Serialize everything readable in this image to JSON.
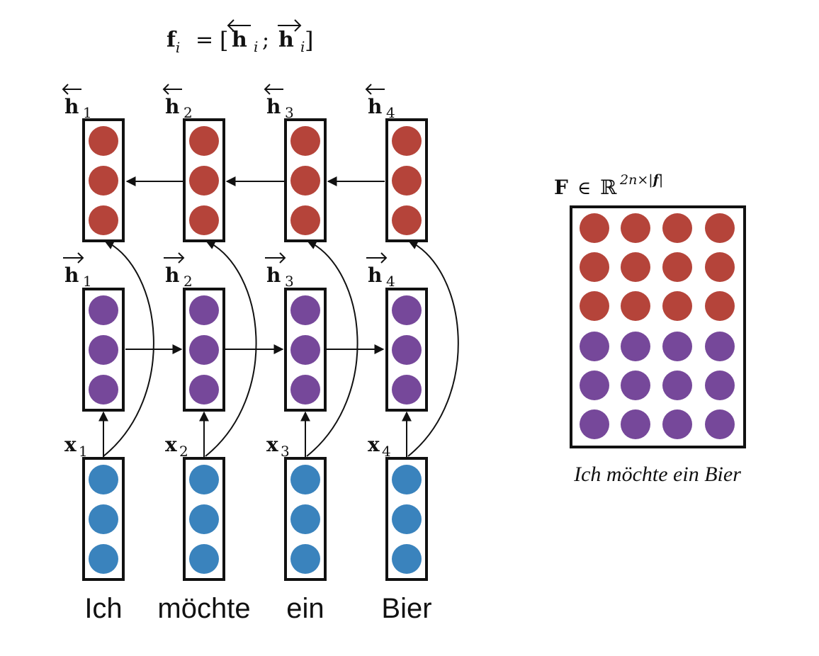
{
  "formula": {
    "lhs": "f",
    "lhs_sub": "i",
    "equals": "=",
    "open": "[",
    "back": "h",
    "back_sub": "i",
    "sep": ";",
    "fwd": "h",
    "fwd_sub": "i",
    "close": "]"
  },
  "columns": [
    {
      "word": "Ich",
      "input": "x",
      "input_sub": "1",
      "back": "h",
      "back_sub": "1",
      "fwd": "h",
      "fwd_sub": "1"
    },
    {
      "word": "möchte",
      "input": "x",
      "input_sub": "2",
      "back": "h",
      "back_sub": "2",
      "fwd": "h",
      "fwd_sub": "2"
    },
    {
      "word": "ein",
      "input": "x",
      "input_sub": "3",
      "back": "h",
      "back_sub": "3",
      "fwd": "h",
      "fwd_sub": "3"
    },
    {
      "word": "Bier",
      "input": "x",
      "input_sub": "4",
      "back": "h",
      "back_sub": "4",
      "fwd": "h",
      "fwd_sub": "4"
    }
  ],
  "matrix": {
    "symbol": "F",
    "in": "∈",
    "field": "ℝ",
    "exponent": "2n×|",
    "exponent_f": "f",
    "exponent_close": "|",
    "caption": "Ich möchte ein Bier",
    "rows_backward": 3,
    "rows_forward": 3,
    "cols": 4
  },
  "colors": {
    "backward": "#b5443a",
    "forward": "#76489a",
    "input": "#3a83bd",
    "stroke": "#111111"
  }
}
